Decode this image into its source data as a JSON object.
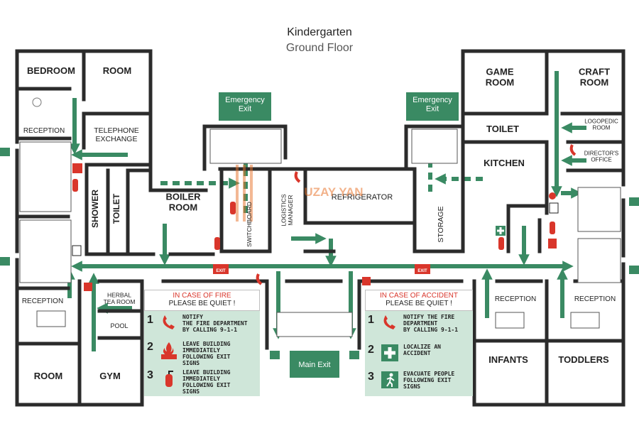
{
  "title": "Kindergarten",
  "subtitle": "Ground Floor",
  "rooms": {
    "bedroom": "BEDROOM",
    "room_top": "ROOM",
    "reception_left_top": "RECEPTION",
    "telephone_exchange": "TELEPHONE\nEXCHANGE",
    "shower": "SHOWER",
    "toilet_left": "TOILET",
    "boiler_room": "BOILER\nROOM",
    "switchboard": "SWITCHBOARD",
    "logistics_manager": "LOGISTICS\nMANAGER",
    "refrigerator": "REFRIGERATOR",
    "storage": "STORAGE",
    "game_room": "GAME\nROOM",
    "craft_room": "CRAFT\nROOM",
    "toilet_right": "TOILET",
    "logopedic_room": "LOGOPEDIC\nROOM",
    "directors_office": "DIRECTOR'S\nOFFICE",
    "kitchen": "KITCHEN",
    "reception_left_bottom": "RECEPTION",
    "room_bottom": "ROOM",
    "herbal_tea_room": "HERBAL\nTEA ROOM",
    "pool": "POOL",
    "gym": "GYM",
    "reception_infants": "RECEPTION",
    "infants": "INFANTS",
    "reception_toddlers": "RECEPTION",
    "toddlers": "TODDLERS"
  },
  "exits": {
    "emergency_left": "Emergency\nExit",
    "emergency_right": "Emergency\nExit",
    "main": "Main Exit",
    "exit_sign": "EXIT"
  },
  "fire_panel": {
    "title": "IN CASE OF FIRE",
    "subtitle": "PLEASE BE QUIET !",
    "steps": [
      {
        "num": "1",
        "icon": "phone-icon",
        "text": "NOTIFY\nTHE FIRE DEPARTMENT\nBY CALLING  9-1-1"
      },
      {
        "num": "2",
        "icon": "fire-exit-icon",
        "text": "LEAVE BUILDING\nIMMEDIATELY\nFOLLOWING EXIT\nSIGNS"
      },
      {
        "num": "3",
        "icon": "fire-extinguisher-icon",
        "text": "LEAVE BUILDING\nIMMEDIATELY\nFOLLOWING EXIT\nSIGNS"
      }
    ]
  },
  "accident_panel": {
    "title": "IN CASE OF ACCIDENT",
    "subtitle": "PLEASE BE QUIET !",
    "steps": [
      {
        "num": "1",
        "icon": "phone-icon",
        "text": "NOTIFY THE FIRE\nDEPARTMENT\nBY CALLING  9-1-1"
      },
      {
        "num": "2",
        "icon": "first-aid-icon",
        "text": "LOCALIZE AN\nACCIDENT"
      },
      {
        "num": "3",
        "icon": "running-exit-icon",
        "text": "EVACUATE PEOPLE\nFOLLOWING EXIT\nSIGNS"
      }
    ]
  },
  "watermark": "UZAY YAN",
  "colors": {
    "wall": "#2b2b2b",
    "route": "#3a8a63",
    "panel": "#cfe6d9",
    "danger": "#d9362b",
    "watermark": "#e8742c"
  }
}
